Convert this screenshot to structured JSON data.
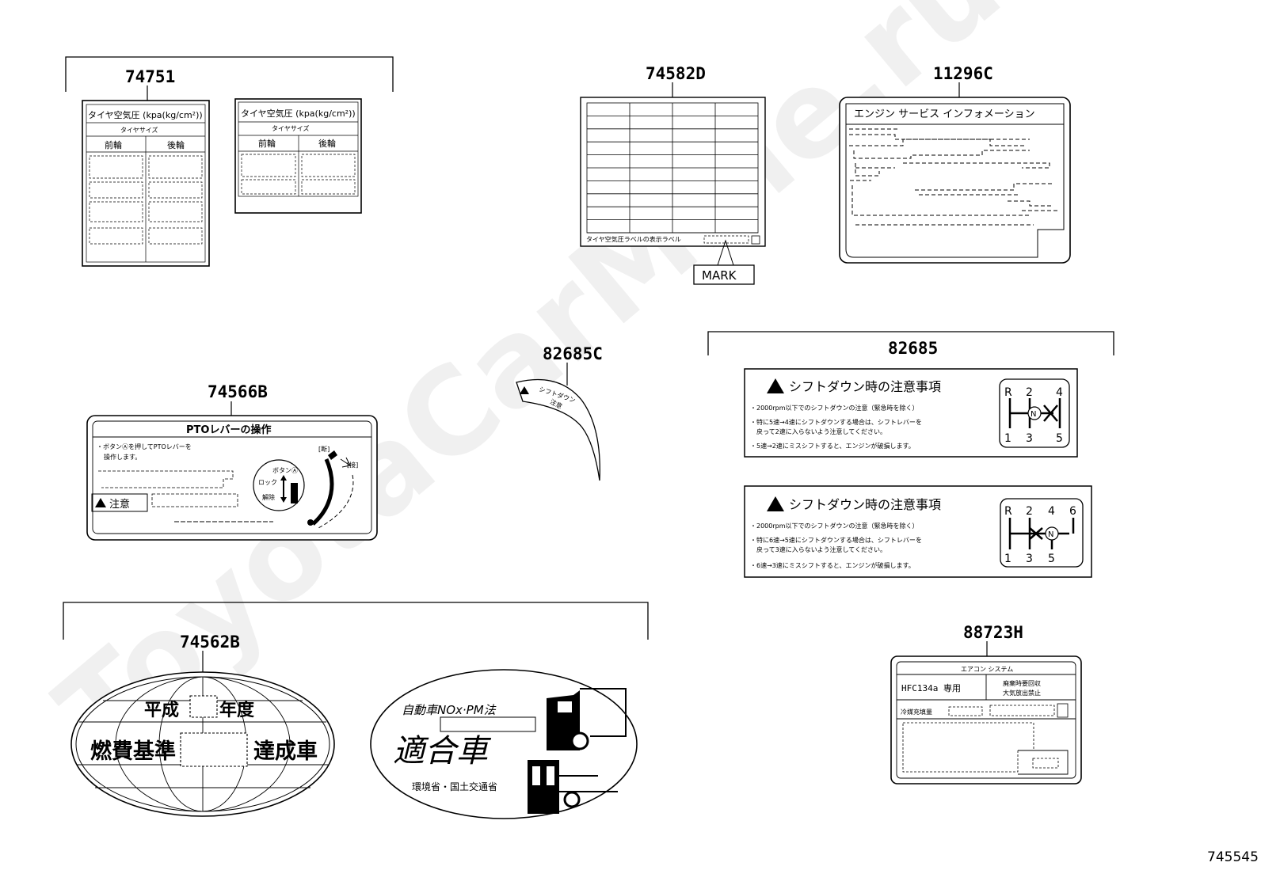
{
  "part_numbers": {
    "p74751": "74751",
    "p74582D": "74582D",
    "p11296C": "11296C",
    "p74566B": "74566B",
    "p82685C": "82685C",
    "p82685": "82685",
    "p74562B": "74562B",
    "p88723H": "88723H"
  },
  "tire_label": {
    "title": "タイヤ空気圧 (kpa(kg/cm²))",
    "size": "タイヤサイズ",
    "front": "前輪",
    "rear": "後輪"
  },
  "label_74582D": {
    "footer": "タイヤ空気圧ラベルの表示ラベル",
    "mark": "MARK"
  },
  "engine_info": {
    "title": "エンジン サービス インフォメーション"
  },
  "pto": {
    "title": "PTOレバーの操作",
    "line1": "・ボタンⒶを押してPTOレバーを",
    "line2": "操作します。",
    "caution": "注意",
    "button": "ボタンⒶ",
    "lock": "ロック",
    "release": "解除",
    "disengage": "[断]",
    "engage": "[接]"
  },
  "curved_label": {
    "line1": "シフトダウン",
    "line2": "注意"
  },
  "shift_label_5": {
    "title": "シフトダウン時の注意事項",
    "line1": "・2000rpm以下でのシフトダウンの注意（緊急時を除く）",
    "line2": "・特に5速→4速にシフトダウンする場合は、シフトレバーを",
    "line3": "戻って2速に入らないよう注意してください。",
    "line4": "・5速→2速にミスシフトすると、エンジンが破損します。",
    "gears_top": [
      "R",
      "2",
      "4"
    ],
    "gears_bottom": [
      "1",
      "3",
      "5"
    ],
    "neutral": "N"
  },
  "shift_label_6": {
    "title": "シフトダウン時の注意事項",
    "line1": "・2000rpm以下でのシフトダウンの注意（緊急時を除く）",
    "line2": "・特に6速→5速にシフトダウンする場合は、シフトレバーを",
    "line3": "戻って3速に入らないよう注意してください。",
    "line4": "・6速→3速にミスシフトすると、エンジンが破損します。",
    "gears_top": [
      "R",
      "2",
      "4",
      "6"
    ],
    "gears_bottom": [
      "1",
      "3",
      "5"
    ],
    "neutral": "N"
  },
  "fuel_label": {
    "line1": "平成",
    "line1b": "年度",
    "left": "燃費基準",
    "right": "達成車"
  },
  "nox_label": {
    "line1": "自動車NOx·PM法",
    "main": "適合車",
    "footer": "環境省・国土交通省"
  },
  "aircon": {
    "title": "エアコン システム",
    "refrigerant": "HFC134a 専用",
    "recover1": "廃棄時要回収",
    "recover2": "大気放出禁止",
    "amount": "冷媒充填量"
  },
  "watermark": "ToyotaCarMine.ru",
  "illustration_id": "745545"
}
